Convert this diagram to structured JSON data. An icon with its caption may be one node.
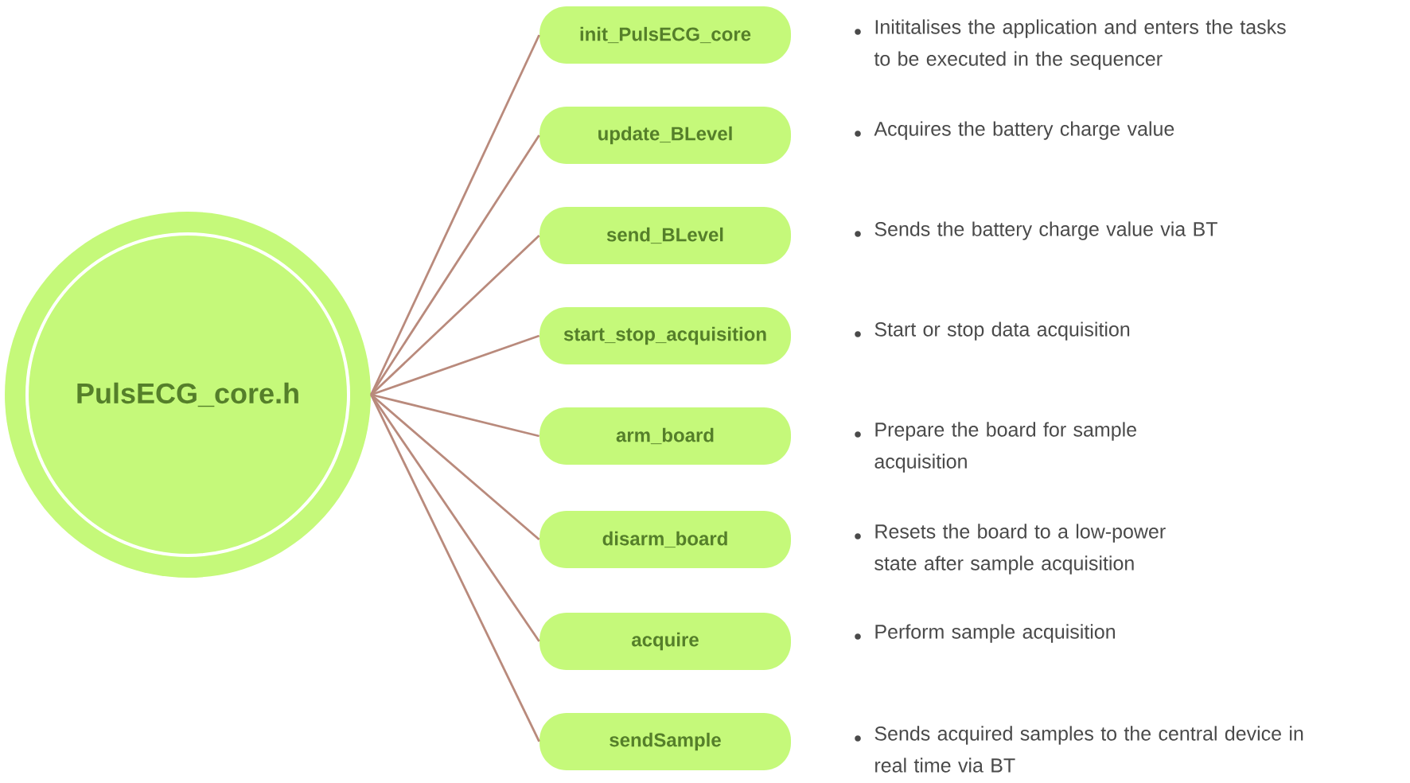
{
  "diagram": {
    "nodes": [
      {
        "text": [
          "PulsECG_core.h"
        ]
      },
      {
        "text": [
          "init_PulsECG_core"
        ]
      },
      {
        "text": [
          "update_BLevel"
        ]
      },
      {
        "text": [
          "send_BLevel"
        ]
      },
      {
        "text": [
          "start_stop_acquisition"
        ]
      },
      {
        "text": [
          "arm_board"
        ]
      },
      {
        "text": [
          "disarm_board"
        ]
      },
      {
        "text": [
          "acquire"
        ]
      },
      {
        "text": [
          "sendSample"
        ]
      }
    ],
    "edges": [
      {
        "from": 0,
        "to": 1,
        "arrow": "none"
      },
      {
        "from": 0,
        "to": 2,
        "arrow": "none"
      },
      {
        "from": 0,
        "to": 3,
        "arrow": "none"
      },
      {
        "from": 0,
        "to": 4,
        "arrow": "none"
      },
      {
        "from": 0,
        "to": 5,
        "arrow": "none"
      },
      {
        "from": 0,
        "to": 6,
        "arrow": "none"
      },
      {
        "from": 0,
        "to": 7,
        "arrow": "none"
      },
      {
        "from": 0,
        "to": 8,
        "arrow": "none"
      }
    ],
    "labels": [
      "Inititalises the application and enters the tasks to be executed in the sequencer",
      "Acquires the battery charge value",
      "Sends the battery charge value via BT",
      "Start or stop data acquisition",
      "Prepare the board for sample acquisition",
      "Resets the board to a low-power state after sample acquisition",
      "Perform sample acquisition",
      "Sends acquired samples to the central device in real time via BT"
    ]
  }
}
